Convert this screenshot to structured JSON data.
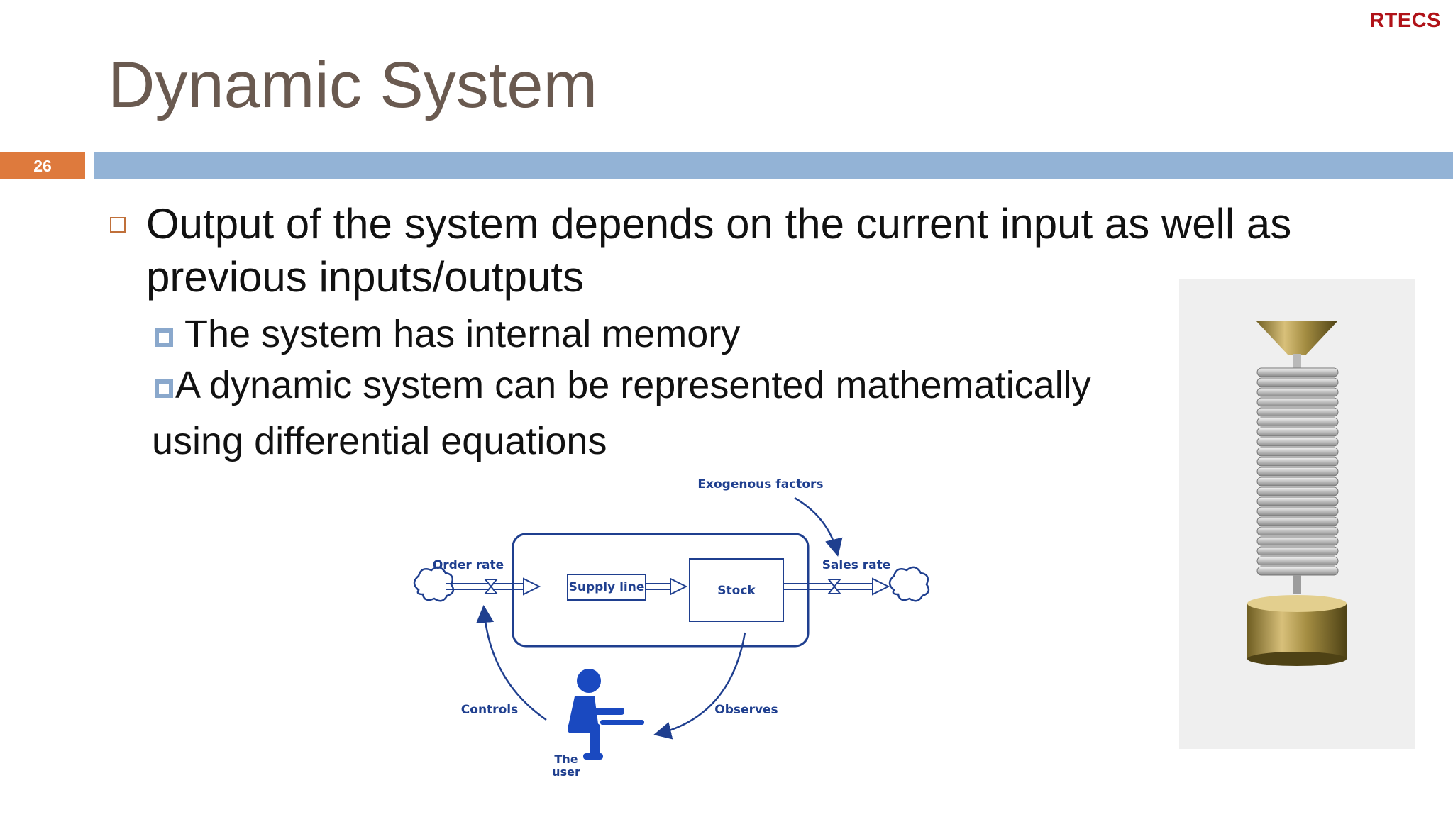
{
  "brand": "RTECS",
  "title": "Dynamic System",
  "slide_number": "26",
  "bullets": {
    "main": "Output of the system depends on the current input as well as previous inputs/outputs",
    "sub1": "The system has internal memory",
    "sub2_line1": "A dynamic system can be represented mathematically",
    "sub2_line2": "using differential equations"
  },
  "diagram": {
    "exogenous": "Exogenous factors",
    "order_rate": "Order rate",
    "supply_line": "Supply line",
    "stock": "Stock",
    "sales_rate": "Sales rate",
    "controls": "Controls",
    "observes": "Observes",
    "user_line1": "The",
    "user_line2": "user"
  },
  "colors": {
    "accent_orange": "#de7a3d",
    "title_bar_blue": "#93b3d6",
    "title_color": "#6a5a50",
    "brand_red": "#b01218",
    "diagram_blue": "#1f3f8f",
    "user_blue": "#1a49c0"
  }
}
